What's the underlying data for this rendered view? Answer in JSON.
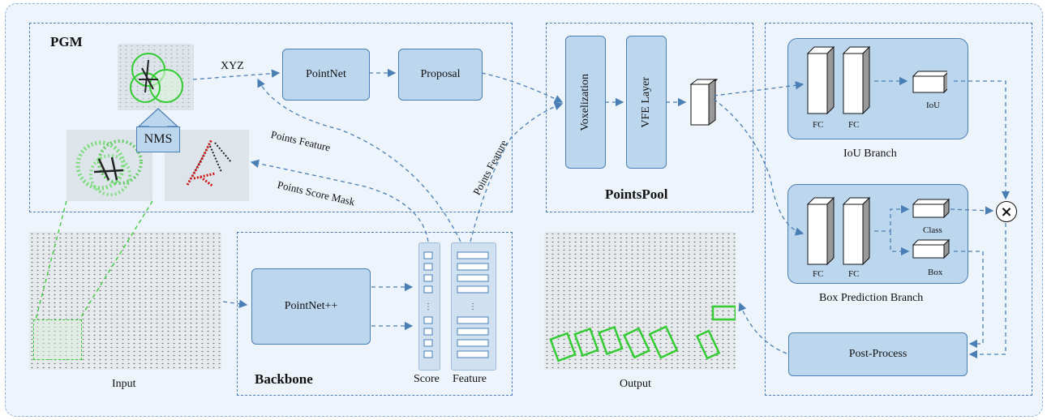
{
  "pgm": {
    "title": "PGM",
    "xyz": "XYZ",
    "nms": "NMS",
    "pointnet": "PointNet",
    "proposal": "Proposal",
    "points_feature": "Points Feature",
    "points_score_mask": "Points Score Mask"
  },
  "pointspool": {
    "title": "PointsPool",
    "voxelization": "Voxelization",
    "vfe_layer": "VFE Layer",
    "points_feature": "Points Feature"
  },
  "iou_branch": {
    "title": "IoU Branch",
    "fc1": "FC",
    "fc2": "FC",
    "iou": "IoU"
  },
  "box_branch": {
    "title": "Box Prediction Branch",
    "fc1": "FC",
    "fc2": "FC",
    "class": "Class",
    "box": "Box"
  },
  "backbone": {
    "title": "Backbone",
    "pointnetpp": "PointNet++",
    "score": "Score",
    "feature": "Feature"
  },
  "input": {
    "label": "Input"
  },
  "output": {
    "label": "Output"
  },
  "postprocess": {
    "label": "Post-Process"
  },
  "multiply": "×",
  "colors": {
    "accent_fill": "#bcd6ee",
    "accent_stroke": "#4a7fb5",
    "detection_green": "#33cc33",
    "mask_red": "#cc1111"
  }
}
